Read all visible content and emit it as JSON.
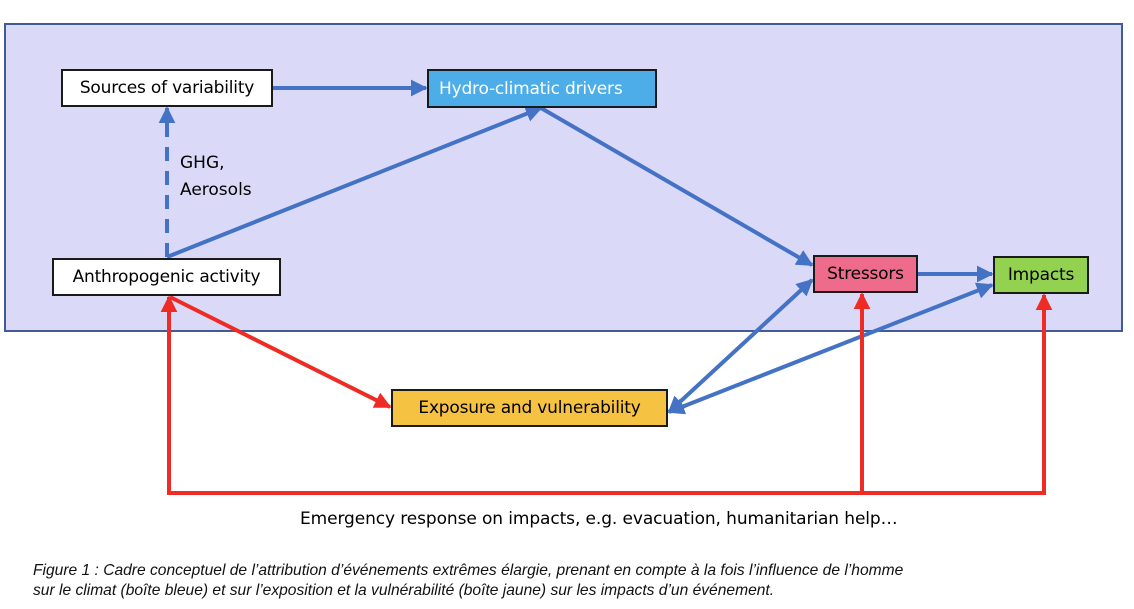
{
  "diagram": {
    "container": {
      "name": "climate-attribution-box",
      "fill_color": "#dadaf8",
      "border_color": "#3f5c99"
    },
    "nodes": {
      "sources": {
        "label": "Sources of variability",
        "fill": "#ffffff"
      },
      "hydro": {
        "label": "Hydro-climatic drivers",
        "fill": "#4dade9",
        "text_color": "#ffffff"
      },
      "anthro": {
        "label": "Anthropogenic activity",
        "fill": "#ffffff"
      },
      "stressors": {
        "label": "Stressors",
        "fill": "#ef6b8c"
      },
      "impacts": {
        "label": "Impacts",
        "fill": "#93d150"
      },
      "exposure": {
        "label": "Exposure and vulnerability",
        "fill": "#f6c242"
      }
    },
    "annotations": {
      "ghg_line1": "GHG,",
      "ghg_line2": "Aerosols",
      "emergency": "Emergency response on impacts, e.g. evacuation, humanitarian help…"
    },
    "edge_colors": {
      "blue": "#4472c4",
      "red": "#ee2b24"
    },
    "edges": [
      {
        "id": "sources-to-hydro",
        "from": "sources",
        "to": "hydro",
        "color": "blue",
        "style": "solid",
        "heads": "end"
      },
      {
        "id": "anthro-to-sources",
        "from": "anthro",
        "to": "sources",
        "color": "blue",
        "style": "dashed",
        "heads": "end",
        "label": "GHG, Aerosols"
      },
      {
        "id": "anthro-to-hydro",
        "from": "anthro",
        "to": "hydro",
        "color": "blue",
        "style": "solid",
        "heads": "end"
      },
      {
        "id": "hydro-to-stressors",
        "from": "hydro",
        "to": "stressors",
        "color": "blue",
        "style": "solid",
        "heads": "end"
      },
      {
        "id": "stressors-to-impacts",
        "from": "stressors",
        "to": "impacts",
        "color": "blue",
        "style": "solid",
        "heads": "end"
      },
      {
        "id": "exposure-stressors",
        "from": "exposure",
        "to": "stressors",
        "color": "blue",
        "style": "solid",
        "heads": "both"
      },
      {
        "id": "exposure-impacts",
        "from": "exposure",
        "to": "impacts",
        "color": "blue",
        "style": "solid",
        "heads": "both"
      },
      {
        "id": "anthro-to-exposure",
        "from": "anthro",
        "to": "exposure",
        "color": "red",
        "style": "solid",
        "heads": "end"
      },
      {
        "id": "emergency-to-anthro",
        "from": "emergency-response",
        "to": "anthro",
        "color": "red",
        "style": "solid",
        "heads": "end"
      },
      {
        "id": "emergency-to-stressors",
        "from": "emergency-response",
        "to": "stressors",
        "color": "red",
        "style": "solid",
        "heads": "end"
      },
      {
        "id": "emergency-to-impacts",
        "from": "emergency-response",
        "to": "impacts",
        "color": "red",
        "style": "solid",
        "heads": "end"
      }
    ]
  },
  "caption": {
    "line1": "Figure 1 : Cadre conceptuel de l’attribution d’événements extrêmes élargie, prenant en compte à la fois l’influence de l’homme",
    "line2": "sur le climat (boîte bleue) et sur l’exposition et la vulnérabilité (boîte jaune) sur les impacts d’un événement."
  }
}
